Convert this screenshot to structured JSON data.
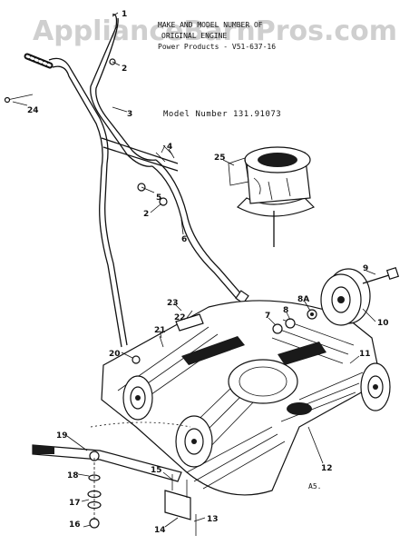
{
  "watermark": "ApplianceBarnPros.com",
  "header": {
    "line1": "MAKE AND MODEL NUMBER OF",
    "line2": "ORIGINAL ENGINE",
    "line3": "Power Products - V51-637-16"
  },
  "model_number": "Model Number 131.91073",
  "figure_code": "A5.",
  "callouts": [
    "1",
    "2",
    "3",
    "4",
    "5",
    "2",
    "6",
    "7",
    "8",
    "8A",
    "9",
    "10",
    "11",
    "12",
    "13",
    "14",
    "15",
    "16",
    "17",
    "18",
    "19",
    "20",
    "21",
    "22",
    "23",
    "24",
    "25"
  ]
}
